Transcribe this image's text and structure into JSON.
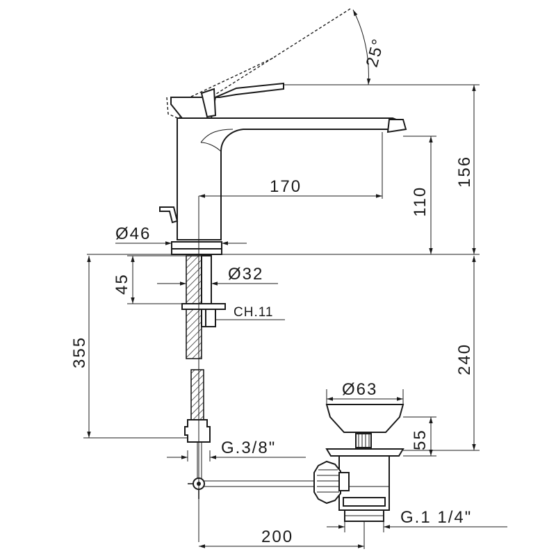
{
  "dimensions": {
    "angle": "25°",
    "height_total": "156",
    "spout_height": "110",
    "spout_reach": "170",
    "base_diameter": "Ø46",
    "shank_diameter": "Ø32",
    "fix_depth": "45",
    "nut_size": "CH.11",
    "max_deck": "240",
    "hose_length": "355",
    "waste_diameter": "Ø63",
    "waste_height": "55",
    "hose_thread": "G.3/8\"",
    "waste_thread": "G.1 1/4\"",
    "rod_length": "200"
  }
}
